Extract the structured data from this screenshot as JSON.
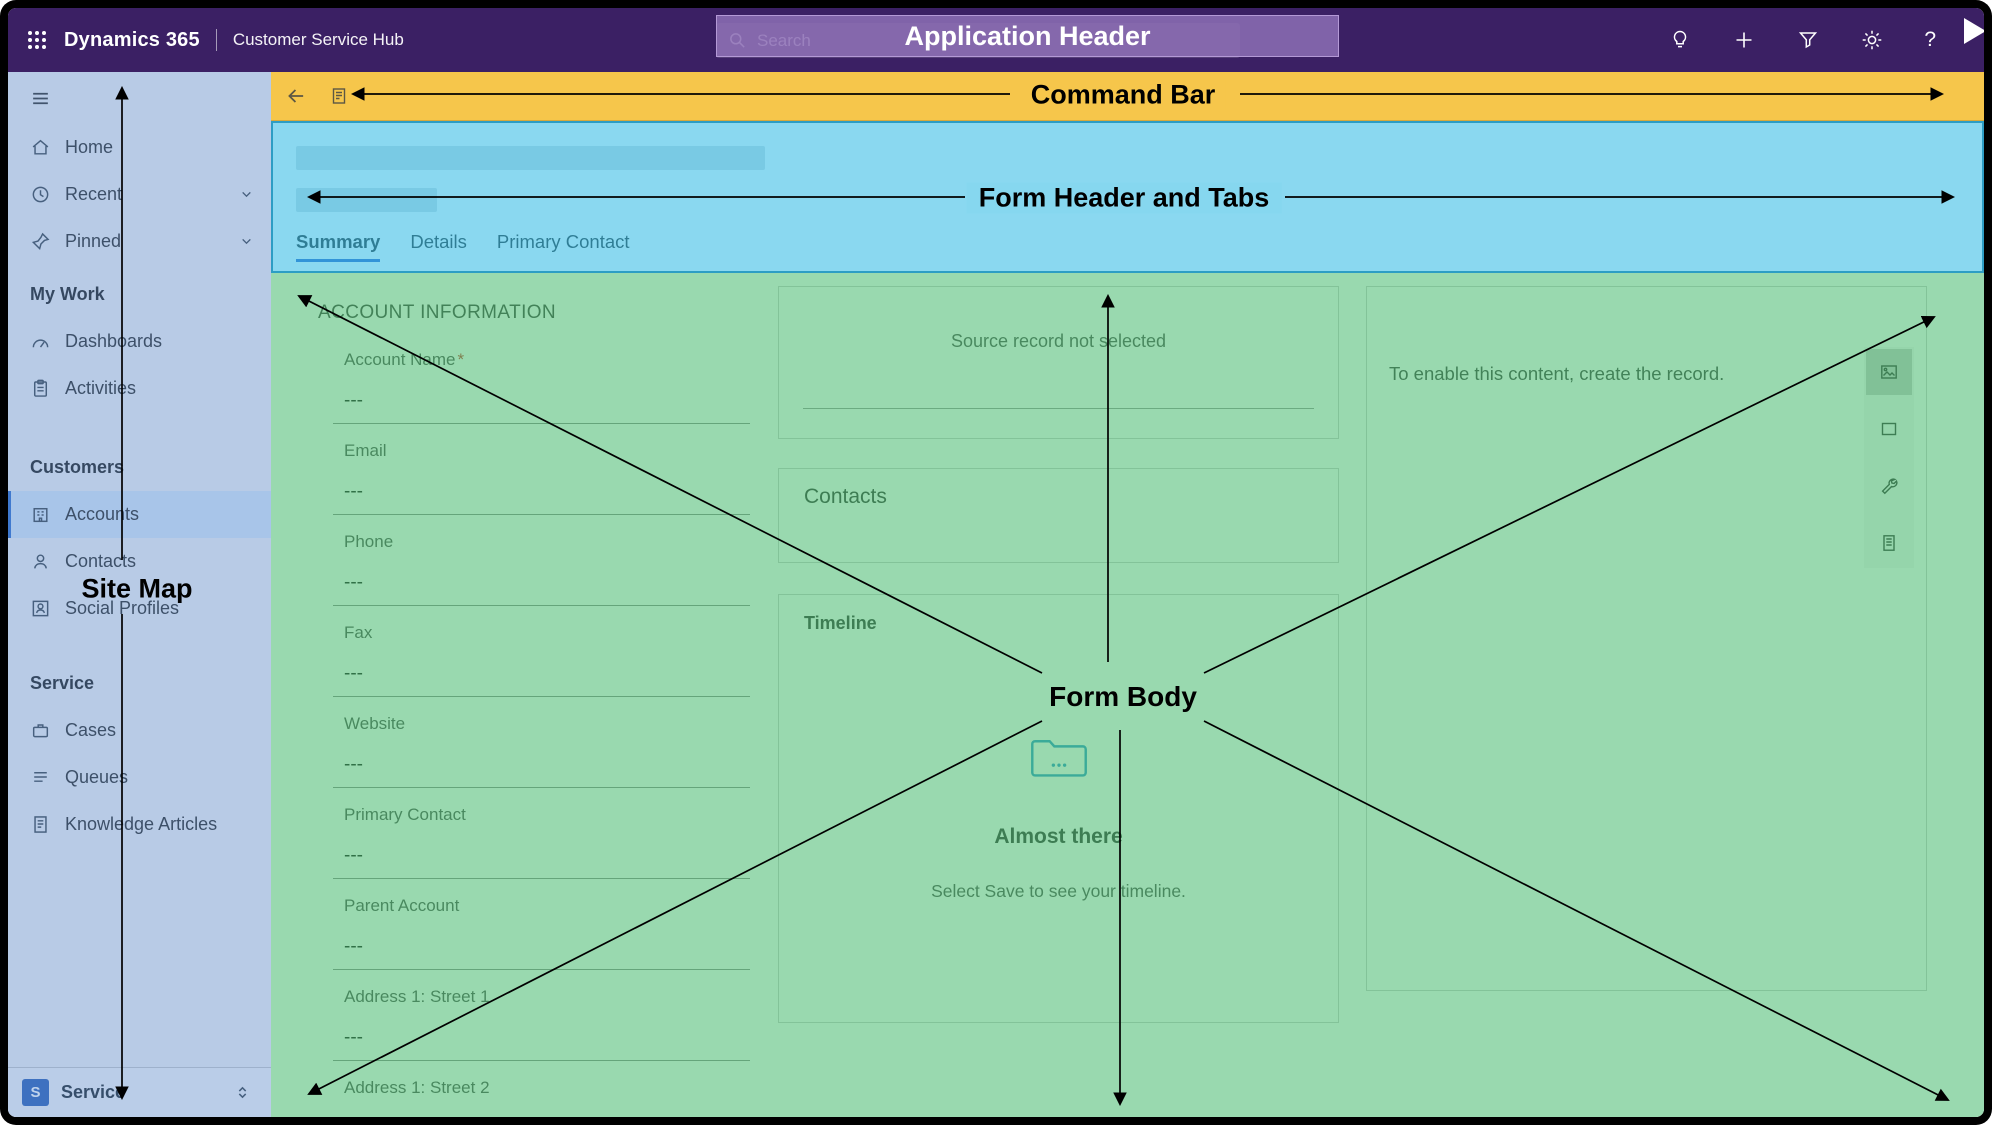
{
  "app_header": {
    "brand": "Dynamics 365",
    "app_name": "Customer Service Hub",
    "search_placeholder": "Search",
    "overlay_label": "Application Header"
  },
  "command_bar": {
    "overlay_label": "Command Bar"
  },
  "form_header": {
    "overlay_label": "Form Header and Tabs",
    "active_tab": "Summary",
    "tabs": [
      {
        "label": "Summary"
      },
      {
        "label": "Details"
      },
      {
        "label": "Primary Contact"
      }
    ]
  },
  "sitemap": {
    "overlay_label": "Site Map",
    "items": {
      "home": "Home",
      "recent": "Recent",
      "pinned": "Pinned",
      "my_work": "My Work",
      "dashboards": "Dashboards",
      "activities": "Activities",
      "customers": "Customers",
      "accounts": "Accounts",
      "contacts": "Contacts",
      "social_profiles": "Social Profiles",
      "service": "Service",
      "cases": "Cases",
      "queues": "Queues",
      "knowledge_articles": "Knowledge Articles",
      "footer_badge": "S",
      "footer_label": "Service"
    },
    "selected_item": "Accounts"
  },
  "form_body": {
    "overlay_label": "Form Body",
    "account_info": {
      "title": "ACCOUNT INFORMATION",
      "required_mark": "*",
      "fields": [
        {
          "label": "Account Name",
          "required": true,
          "value": "---"
        },
        {
          "label": "Email",
          "value": "---"
        },
        {
          "label": "Phone",
          "value": "---"
        },
        {
          "label": "Fax",
          "value": "---"
        },
        {
          "label": "Website",
          "value": "---"
        },
        {
          "label": "Primary Contact",
          "value": "---"
        },
        {
          "label": "Parent Account",
          "value": "---"
        },
        {
          "label": "Address 1: Street 1",
          "value": "---"
        },
        {
          "label": "Address 1: Street 2",
          "value": "---"
        }
      ]
    },
    "source_record_card": {
      "text": "Source record not selected"
    },
    "contacts_card": {
      "title": "Contacts"
    },
    "timeline_card": {
      "title": "Timeline",
      "empty_title": "Almost there",
      "empty_subtitle": "Select Save to see your timeline."
    },
    "reference_panel": {
      "text": "To enable this content, create the record."
    }
  },
  "icons": {
    "app_launcher": "grid-dots",
    "search": "magnifier",
    "lightbulb": "bulb-outline",
    "add": "plus",
    "filter": "funnel",
    "settings": "gear",
    "help": "question-mark",
    "back": "arrow-left",
    "timeline_empty": "folder-with-dots",
    "reference_panel_tools": [
      "image-card",
      "rectangle",
      "wrench",
      "document"
    ]
  },
  "colors": {
    "header_purple": "#3b2064",
    "command_bar_overlay": "#f6c64b",
    "form_header_overlay": "#6ec3e6",
    "sitemap_overlay": "#5a8ccd",
    "form_body_overlay": "#46b96e",
    "active_tab_underline": "#2456c4",
    "required_red": "#c53b2e",
    "selected_row": "#d8e9fb"
  }
}
